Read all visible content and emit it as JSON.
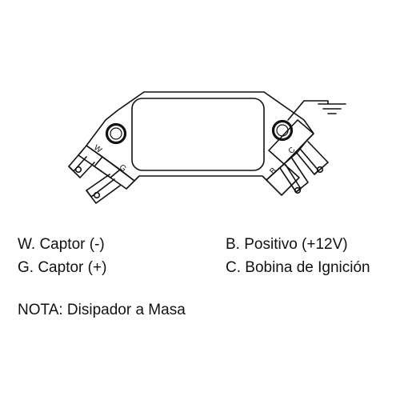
{
  "diagram": {
    "pins": {
      "w": "W",
      "g": "G",
      "b": "B",
      "c": "C"
    }
  },
  "legend": {
    "w": "W. Captor (-)",
    "g": "G. Captor (+)",
    "b": "B. Positivo (+12V)",
    "c": "C. Bobina de Ignición"
  },
  "note": "NOTA: Disipador a Masa",
  "colors": {
    "stroke": "#111111",
    "background": "#ffffff"
  },
  "icons": [
    "ground-symbol-icon",
    "mounting-hole-icon",
    "spade-terminal-icon"
  ]
}
